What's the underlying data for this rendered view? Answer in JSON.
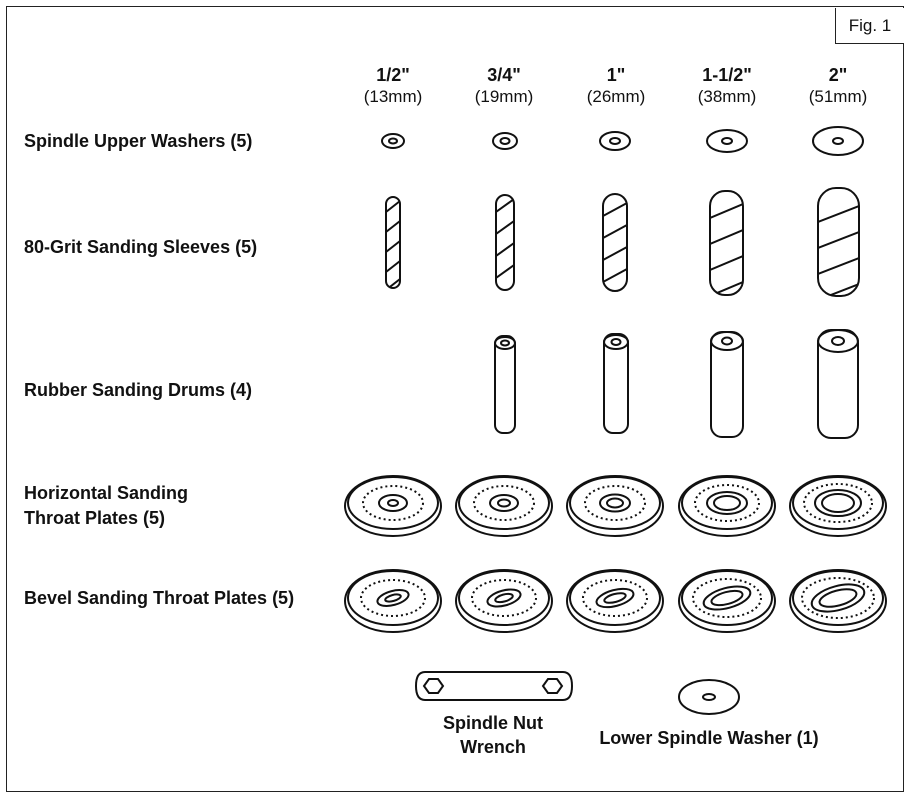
{
  "fig_label": "Fig. 1",
  "sizes": [
    {
      "inch": "1/2\"",
      "mm": "(13mm)"
    },
    {
      "inch": "3/4\"",
      "mm": "(19mm)"
    },
    {
      "inch": "1\"",
      "mm": "(26mm)"
    },
    {
      "inch": "1-1/2\"",
      "mm": "(38mm)"
    },
    {
      "inch": "2\"",
      "mm": "(51mm)"
    }
  ],
  "rows": {
    "upper_washers": "Spindle Upper Washers (5)",
    "sleeves": "80-Grit Sanding Sleeves (5)",
    "drums": "Rubber Sanding Drums (4)",
    "horizontal_plates_line1": "Horizontal Sanding",
    "horizontal_plates_line2": "Throat Plates (5)",
    "bevel_plates": "Bevel Sanding Throat Plates (5)"
  },
  "extras": {
    "wrench_line1": "Spindle Nut",
    "wrench_line2": "Wrench",
    "lower_washer": "Lower Spindle Washer (1)"
  }
}
